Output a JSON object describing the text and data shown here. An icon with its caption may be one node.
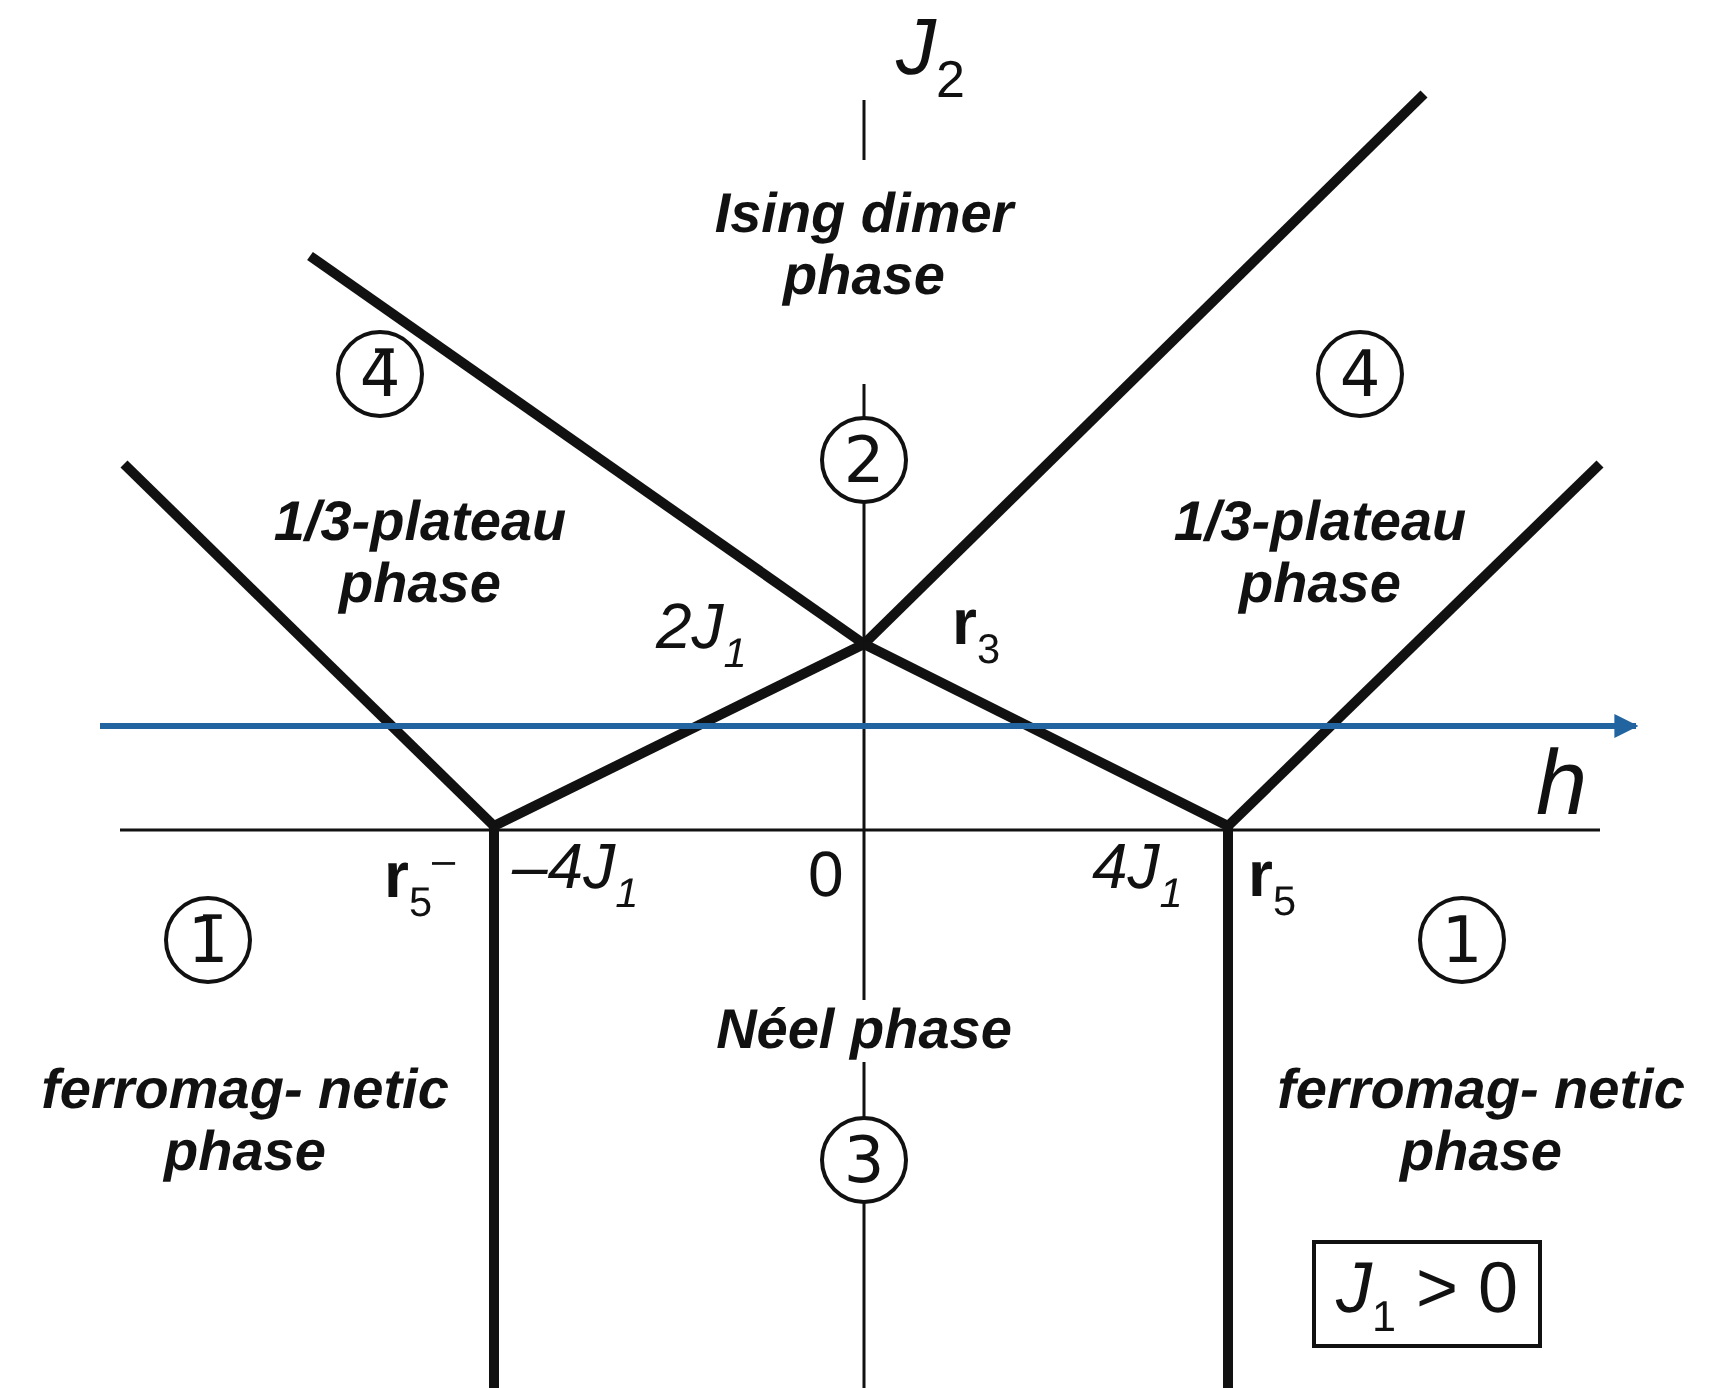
{
  "diagram": {
    "nodes": [
      {
        "text": [
          "4̄"
        ]
      },
      {
        "text": [
          "4"
        ]
      },
      {
        "text": [
          "2"
        ]
      },
      {
        "text": [
          "1̄"
        ]
      },
      {
        "text": [
          "1"
        ]
      },
      {
        "text": [
          "3"
        ]
      },
      {
        "text": [
          "*J*$_{1}$ > 0"
        ]
      }
    ],
    "labels": [
      "*J*$_{2}$",
      "Ising dimer phase",
      "1/3-plateau phase",
      "2J$_{1}$",
      "**r**$_{3}$",
      "1/3-plateau phase",
      "h",
      "**r**$_{5}$$^{–}$",
      "–4J$_{1}$",
      "0",
      "4J$_{1}$",
      "**r**$_{5}$",
      "Néel phase",
      "ferromag- netic phase",
      "ferromag- netic phase"
    ]
  }
}
